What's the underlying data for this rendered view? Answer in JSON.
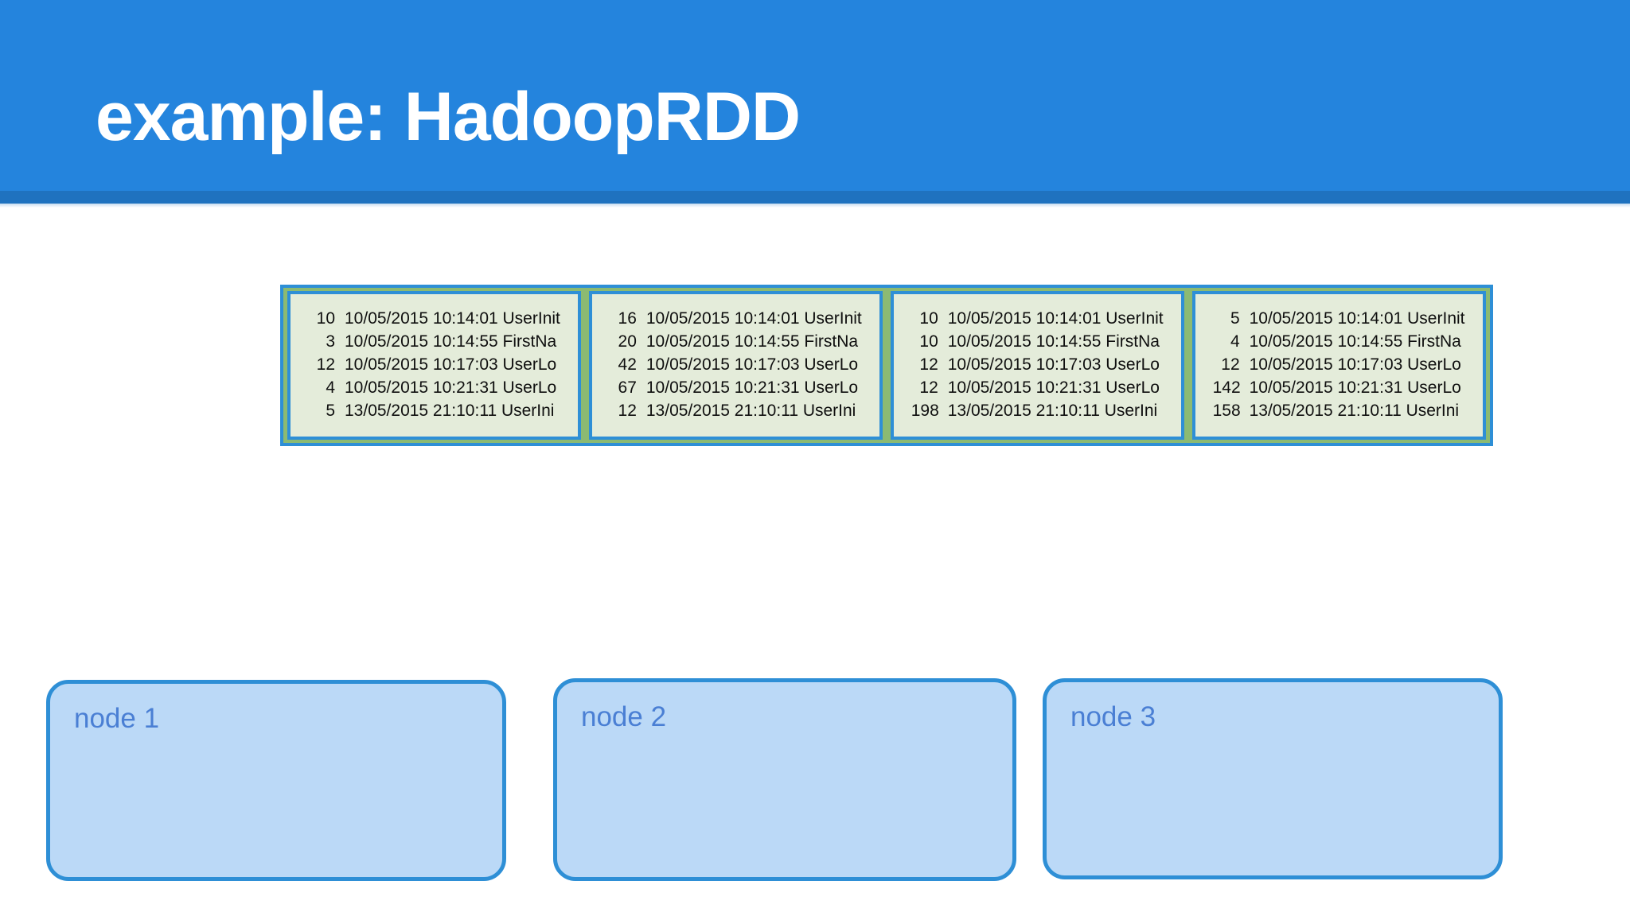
{
  "slide": {
    "title": "example: HadoopRDD",
    "header_color": "#2484dd",
    "header_stripe_color": "#1f72bf",
    "background_color": "#ffffff"
  },
  "blocks": {
    "group_border_color": "#2e8fd6",
    "group_fill_color": "#8cba72",
    "block_fill_color": "#e4ecda",
    "block_border_color": "#2e8fd6",
    "text_color": "#0f0f0f",
    "items": [
      {
        "name": "block-1",
        "lines": [
          {
            "id": "10",
            "rest": "10/05/2015 10:14:01 UserInit"
          },
          {
            "id": "3",
            "rest": "10/05/2015 10:14:55 FirstNa"
          },
          {
            "id": "12",
            "rest": "10/05/2015 10:17:03 UserLo"
          },
          {
            "id": "4",
            "rest": "10/05/2015 10:21:31 UserLo"
          },
          {
            "id": "5",
            "rest": "13/05/2015 21:10:11 UserIni"
          }
        ]
      },
      {
        "name": "block-2",
        "lines": [
          {
            "id": "16",
            "rest": "10/05/2015 10:14:01 UserInit"
          },
          {
            "id": "20",
            "rest": "10/05/2015 10:14:55 FirstNa"
          },
          {
            "id": "42",
            "rest": "10/05/2015 10:17:03 UserLo"
          },
          {
            "id": "67",
            "rest": "10/05/2015 10:21:31 UserLo"
          },
          {
            "id": "12",
            "rest": "13/05/2015 21:10:11 UserIni"
          }
        ]
      },
      {
        "name": "block-3",
        "lines": [
          {
            "id": "10",
            "rest": "10/05/2015 10:14:01 UserInit"
          },
          {
            "id": "10",
            "rest": "10/05/2015 10:14:55 FirstNa"
          },
          {
            "id": "12",
            "rest": "10/05/2015 10:17:03 UserLo"
          },
          {
            "id": "12",
            "rest": "10/05/2015 10:21:31 UserLo"
          },
          {
            "id": "198",
            "rest": "13/05/2015 21:10:11 UserIni"
          }
        ]
      },
      {
        "name": "block-4",
        "lines": [
          {
            "id": "5",
            "rest": "10/05/2015 10:14:01 UserInit"
          },
          {
            "id": "4",
            "rest": "10/05/2015 10:14:55 FirstNa"
          },
          {
            "id": "12",
            "rest": "10/05/2015 10:17:03 UserLo"
          },
          {
            "id": "142",
            "rest": "10/05/2015 10:21:31 UserLo"
          },
          {
            "id": "158",
            "rest": "13/05/2015 21:10:11 UserIni"
          }
        ]
      }
    ]
  },
  "nodes": {
    "fill_color": "#bbd9f7",
    "border_color": "#2e8fd6",
    "label_color": "#4a7fd4",
    "items": [
      {
        "label": "node 1"
      },
      {
        "label": "node 2"
      },
      {
        "label": "node 3"
      }
    ]
  }
}
